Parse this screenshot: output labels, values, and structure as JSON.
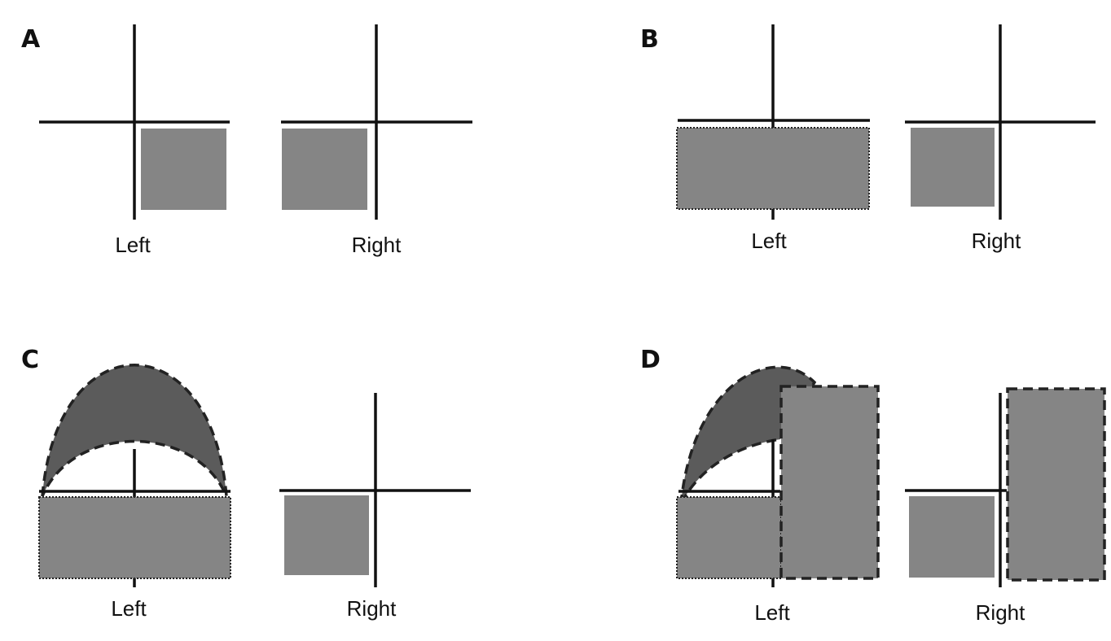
{
  "panels": [
    {
      "letter": "A",
      "left_label": "Left",
      "right_label": "Right"
    },
    {
      "letter": "B",
      "left_label": "Left",
      "right_label": "Right"
    },
    {
      "letter": "C",
      "left_label": "Left",
      "right_label": "Right"
    },
    {
      "letter": "D",
      "left_label": "Left",
      "right_label": "Right"
    }
  ],
  "colors": {
    "axis": "#111111",
    "region_fill": "#858585",
    "crescent_fill": "#5b5b5b",
    "outline": "#222222",
    "background": "#ffffff"
  }
}
